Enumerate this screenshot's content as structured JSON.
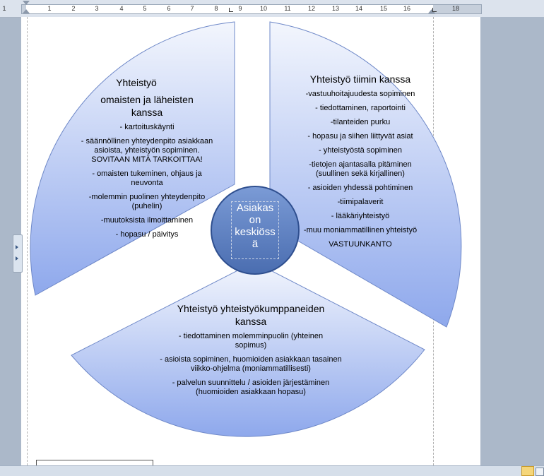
{
  "ruler": {
    "labels": [
      "1",
      "1",
      "2",
      "3",
      "4",
      "5",
      "6",
      "7",
      "8",
      "9",
      "10",
      "11",
      "12",
      "13",
      "14",
      "15",
      "16",
      "18"
    ]
  },
  "diagram": {
    "center": {
      "text": "Asiakas on keskiöss ä"
    },
    "left_segment": {
      "heading_lines": [
        "Yhteistyö",
        "omaisten ja läheisten",
        "kanssa"
      ],
      "items": [
        "- kartoituskäynti",
        "- säännöllinen yhteydenpito asiakkaan asioista, yhteistyön sopiminen. SOVITAAN MITÄ TARKOITTAA!",
        "- omaisten tukeminen, ohjaus ja neuvonta",
        "-molemmin puolinen yhteydenpito (puhelin)",
        "-muutoksista ilmoittaminen",
        "- hopasu / päivitys"
      ]
    },
    "right_segment": {
      "heading": "Yhteistyö tiimin kanssa",
      "items": [
        "-vastuuhoitajuudesta sopiminen",
        "- tiedottaminen, raportointi",
        "-tilanteiden purku",
        "- hopasu ja siihen liittyvät asiat",
        "- yhteistyöstä sopiminen",
        "-tietojen ajantasalla pitäminen (suullinen sekä kirjallinen)",
        "- asioiden yhdessä pohtiminen",
        "-tiimipalaverit",
        "- lääkäriyhteistyö",
        "-muu moniammatillinen yhteistyö",
        "VASTUUNKANTO"
      ]
    },
    "bottom_segment": {
      "heading_lines": [
        "Yhteistyö yhteistyökumppaneiden",
        "kanssa"
      ],
      "items": [
        "- tiedottaminen molemminpuolin (yhteinen sopimus)",
        "- asioista sopiminen, huomioiden asiakkaan tasainen viikko-ohjelma (moniammatillisesti)",
        "- palvelun suunnittelu / asioiden järjestäminen (huomioiden asiakkaan hopasu)"
      ]
    },
    "colors": {
      "segment_light": "#f3f6fd",
      "segment_dark": "#8ea8ec",
      "segment_stroke": "#6e88c8",
      "center_fill": "#5b7ec4",
      "center_stroke": "#2f4f8f"
    }
  }
}
